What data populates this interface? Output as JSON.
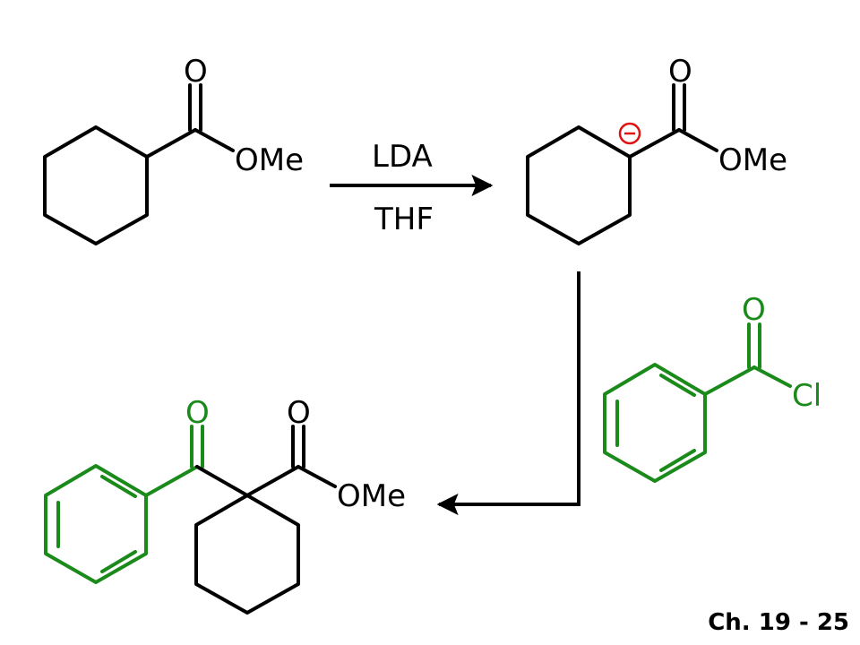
{
  "colors": {
    "black": "#000000",
    "green": "#1a8a1a",
    "red": "#e01010"
  },
  "reactant": {
    "carbonyl_o": "O",
    "ester": "OMe"
  },
  "reagents": {
    "base": "LDA",
    "solvent": "THF"
  },
  "enolate": {
    "carbonyl_o": "O",
    "ester": "OMe",
    "charge": "−"
  },
  "acyl_chloride": {
    "carbonyl_o": "O",
    "halide": "Cl"
  },
  "product": {
    "ketone_o": "O",
    "ester_o": "O",
    "ester": "OMe"
  },
  "page_number": "Ch. 19 - 25"
}
